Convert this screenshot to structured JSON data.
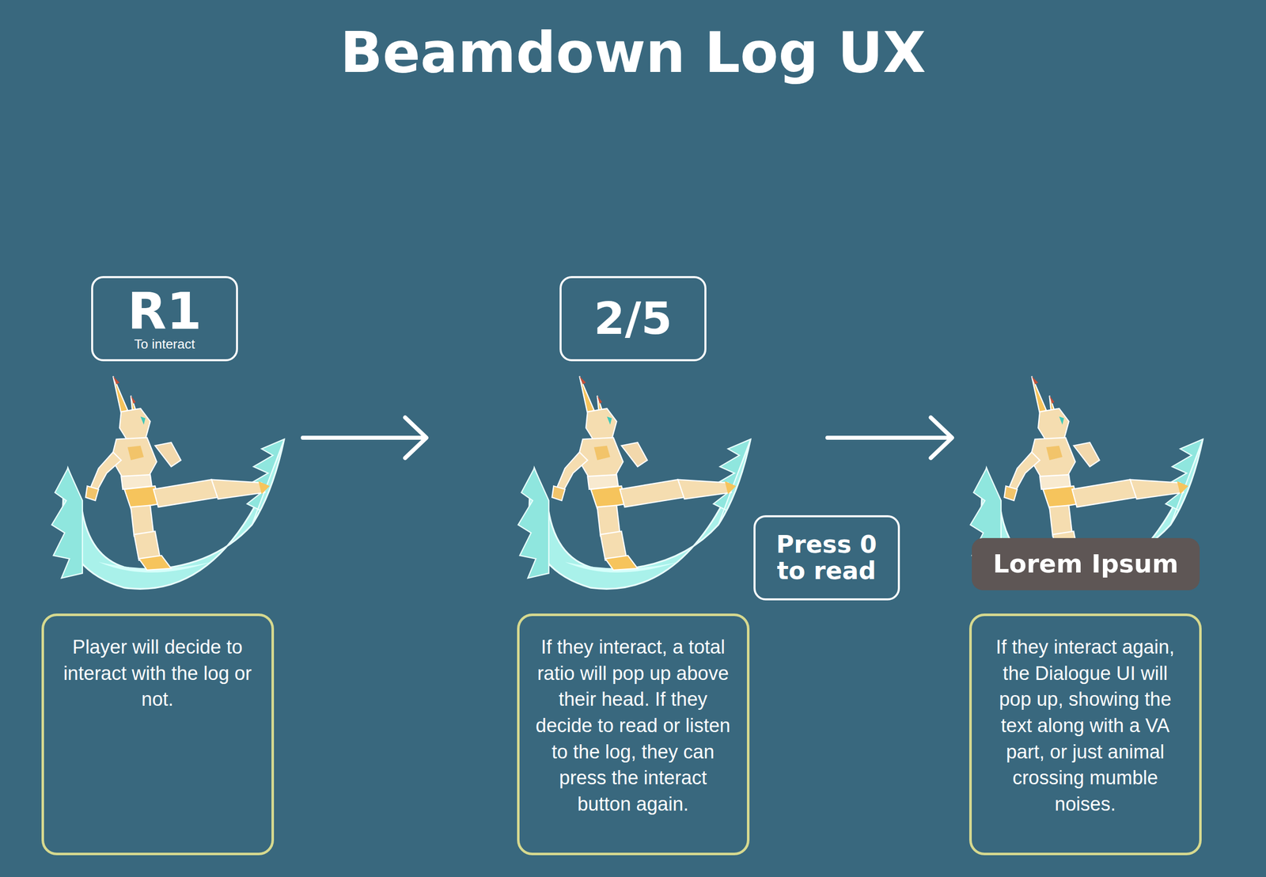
{
  "diagram": {
    "title": "Beamdown Log UX",
    "nodes": [
      {
        "text": [
          "R1",
          "To interact"
        ]
      },
      {
        "text": [
          "2/5"
        ]
      },
      {
        "text": [
          "Press 0 to read"
        ]
      },
      {
        "text": [
          "Lorem Ipsum"
        ]
      },
      {
        "text": [
          "Player will decide to interact with the log or not."
        ]
      },
      {
        "text": [
          "If they interact, a total ratio will pop up above their head. If they decide to read or listen to the log, they can press the interact button again."
        ]
      },
      {
        "text": [
          "If they interact again, the Dialogue UI will pop up, showing the text along with a VA part, or just animal crossing mumble noises."
        ]
      }
    ]
  }
}
